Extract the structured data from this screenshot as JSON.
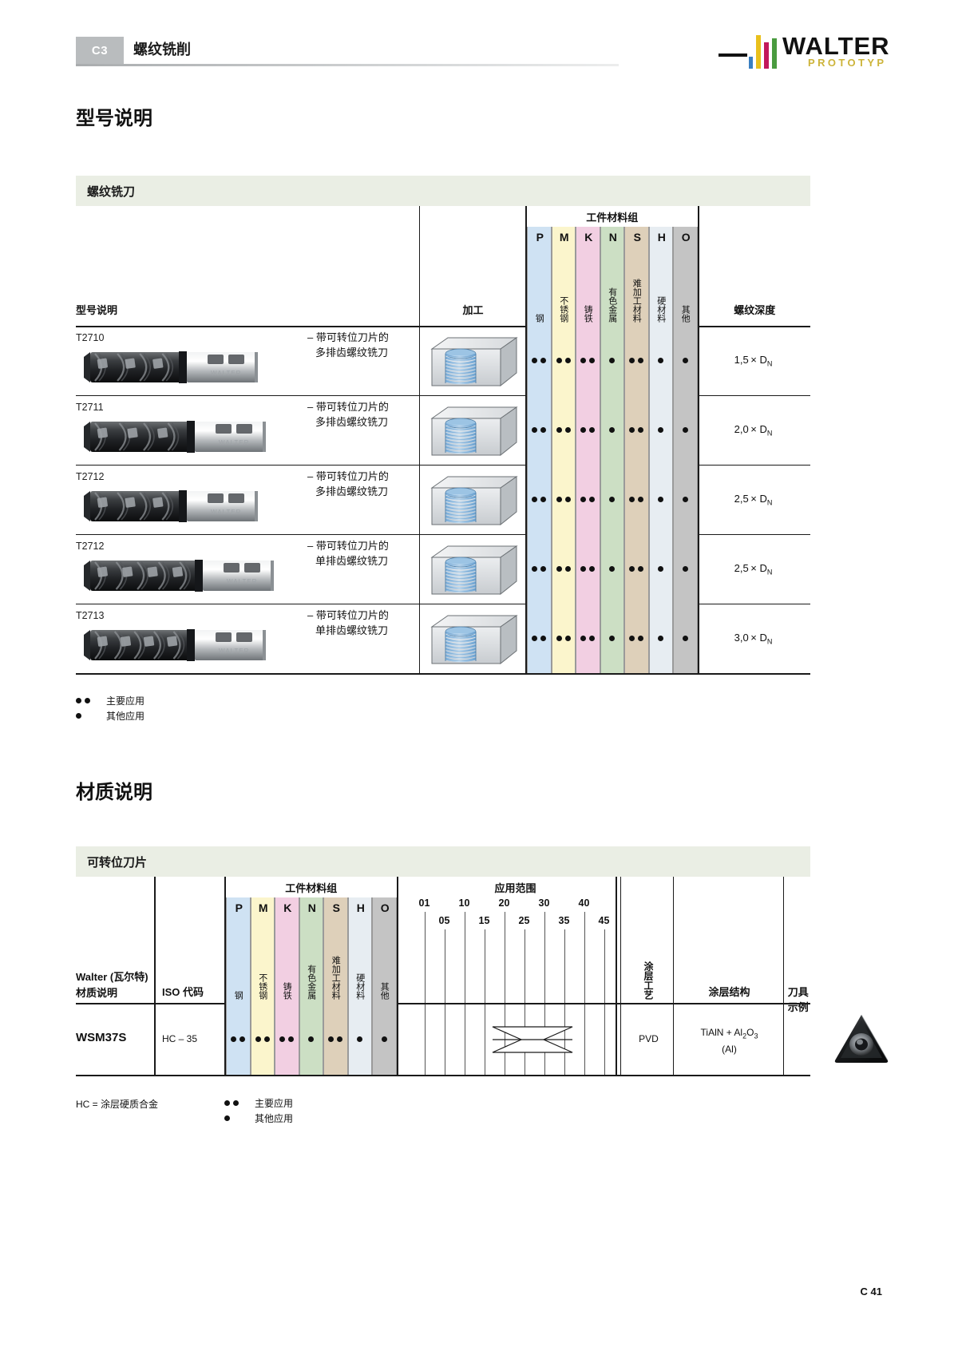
{
  "header": {
    "chapter_code": "C3",
    "chapter_title": "螺纹铣削",
    "logo_word": "WALTER",
    "logo_sub": "PROTOTYP"
  },
  "sections": {
    "type_designation_title": "型号说明",
    "material_designation_title": "材质说明"
  },
  "tool_table": {
    "band_label": "螺纹铣刀",
    "material_group_title": "工件材料组",
    "col_type": "型号说明",
    "col_machining": "加工",
    "col_depth": "螺纹深度",
    "groups": [
      {
        "code": "P",
        "label": "钢",
        "color": "#cfe2f3"
      },
      {
        "code": "M",
        "label": "不锈钢",
        "color": "#fbf5cc"
      },
      {
        "code": "K",
        "label": "铸铁",
        "color": "#f2cfe2"
      },
      {
        "code": "N",
        "label": "有色金属",
        "color": "#ccdfc4"
      },
      {
        "code": "S",
        "label": "难加工材料",
        "color": "#ded0ba"
      },
      {
        "code": "H",
        "label": "硬材料",
        "color": "#e7edf2"
      },
      {
        "code": "O",
        "label": "其他",
        "color": "#c4c4c4"
      }
    ],
    "rows": [
      {
        "model": "T2710",
        "desc_line1": "– 带可转位刀片的",
        "desc_line2": "多排齿螺纹铣刀",
        "dots": [
          2,
          2,
          2,
          1,
          2,
          1,
          1
        ],
        "depth_value": "1,5",
        "depth_unit": "× D",
        "depth_sub": "N",
        "tool_style": "multi-row-short"
      },
      {
        "model": "T2711",
        "desc_line1": "– 带可转位刀片的",
        "desc_line2": "多排齿螺纹铣刀",
        "dots": [
          2,
          2,
          2,
          1,
          2,
          1,
          1
        ],
        "depth_value": "2,0",
        "depth_unit": "× D",
        "depth_sub": "N",
        "tool_style": "multi-row-mid"
      },
      {
        "model": "T2712",
        "desc_line1": "– 带可转位刀片的",
        "desc_line2": "多排齿螺纹铣刀",
        "dots": [
          2,
          2,
          2,
          1,
          2,
          1,
          1
        ],
        "depth_value": "2,5",
        "depth_unit": "× D",
        "depth_sub": "N",
        "tool_style": "multi-row-long"
      },
      {
        "model": "T2712",
        "desc_line1": "– 带可转位刀片的",
        "desc_line2": "单排齿螺纹铣刀",
        "dots": [
          2,
          2,
          2,
          1,
          2,
          1,
          1
        ],
        "depth_value": "2,5",
        "depth_unit": "× D",
        "depth_sub": "N",
        "tool_style": "single-row-long"
      },
      {
        "model": "T2713",
        "desc_line1": "– 带可转位刀片的",
        "desc_line2": "单排齿螺纹铣刀",
        "dots": [
          2,
          2,
          2,
          1,
          2,
          1,
          1
        ],
        "depth_value": "3,0",
        "depth_unit": "× D",
        "depth_sub": "N",
        "tool_style": "single-row-xl"
      }
    ],
    "legend": [
      {
        "dots": 2,
        "text": "主要应用"
      },
      {
        "dots": 1,
        "text": "其他应用"
      }
    ]
  },
  "material_table": {
    "band_label": "可转位刀片",
    "material_group_title": "工件材料组",
    "application_range_title": "应用范围",
    "col_walter_line1": "Walter (瓦尔特)",
    "col_walter_line2": "材质说明",
    "col_iso": "ISO 代码",
    "col_coating_process": "涂层工艺",
    "col_coating_structure": "涂层结构",
    "col_tool_example": "刀具示例",
    "groups": [
      {
        "code": "P",
        "label": "钢",
        "color": "#cfe2f3"
      },
      {
        "code": "M",
        "label": "不锈钢",
        "color": "#fbf5cc"
      },
      {
        "code": "K",
        "label": "铸铁",
        "color": "#f2cfe2"
      },
      {
        "code": "N",
        "label": "有色金属",
        "color": "#ccdfc4"
      },
      {
        "code": "S",
        "label": "难加工材料",
        "color": "#ded0ba"
      },
      {
        "code": "H",
        "label": "硬材料",
        "color": "#e7edf2"
      },
      {
        "code": "O",
        "label": "其他",
        "color": "#c4c4c4"
      }
    ],
    "scale_top": [
      "01",
      "10",
      "20",
      "30",
      "40"
    ],
    "scale_bottom": [
      "05",
      "15",
      "25",
      "35",
      "45"
    ],
    "rows": [
      {
        "grade": "WSM37S",
        "iso_code": "HC – 35",
        "dots": [
          2,
          2,
          2,
          1,
          2,
          1,
          1
        ],
        "coating_process": "PVD",
        "coating_structure_line1": "TiAlN + Al",
        "coating_structure_sub": "2",
        "coating_structure_line1b": "O",
        "coating_structure_sub2": "3",
        "coating_structure_line2": "(Al)"
      }
    ],
    "legend_left": "HC = 涂层硬质合金",
    "legend": [
      {
        "dots": 2,
        "text": "主要应用"
      },
      {
        "dots": 1,
        "text": "其他应用"
      }
    ]
  },
  "footer": {
    "page": "C 41"
  }
}
